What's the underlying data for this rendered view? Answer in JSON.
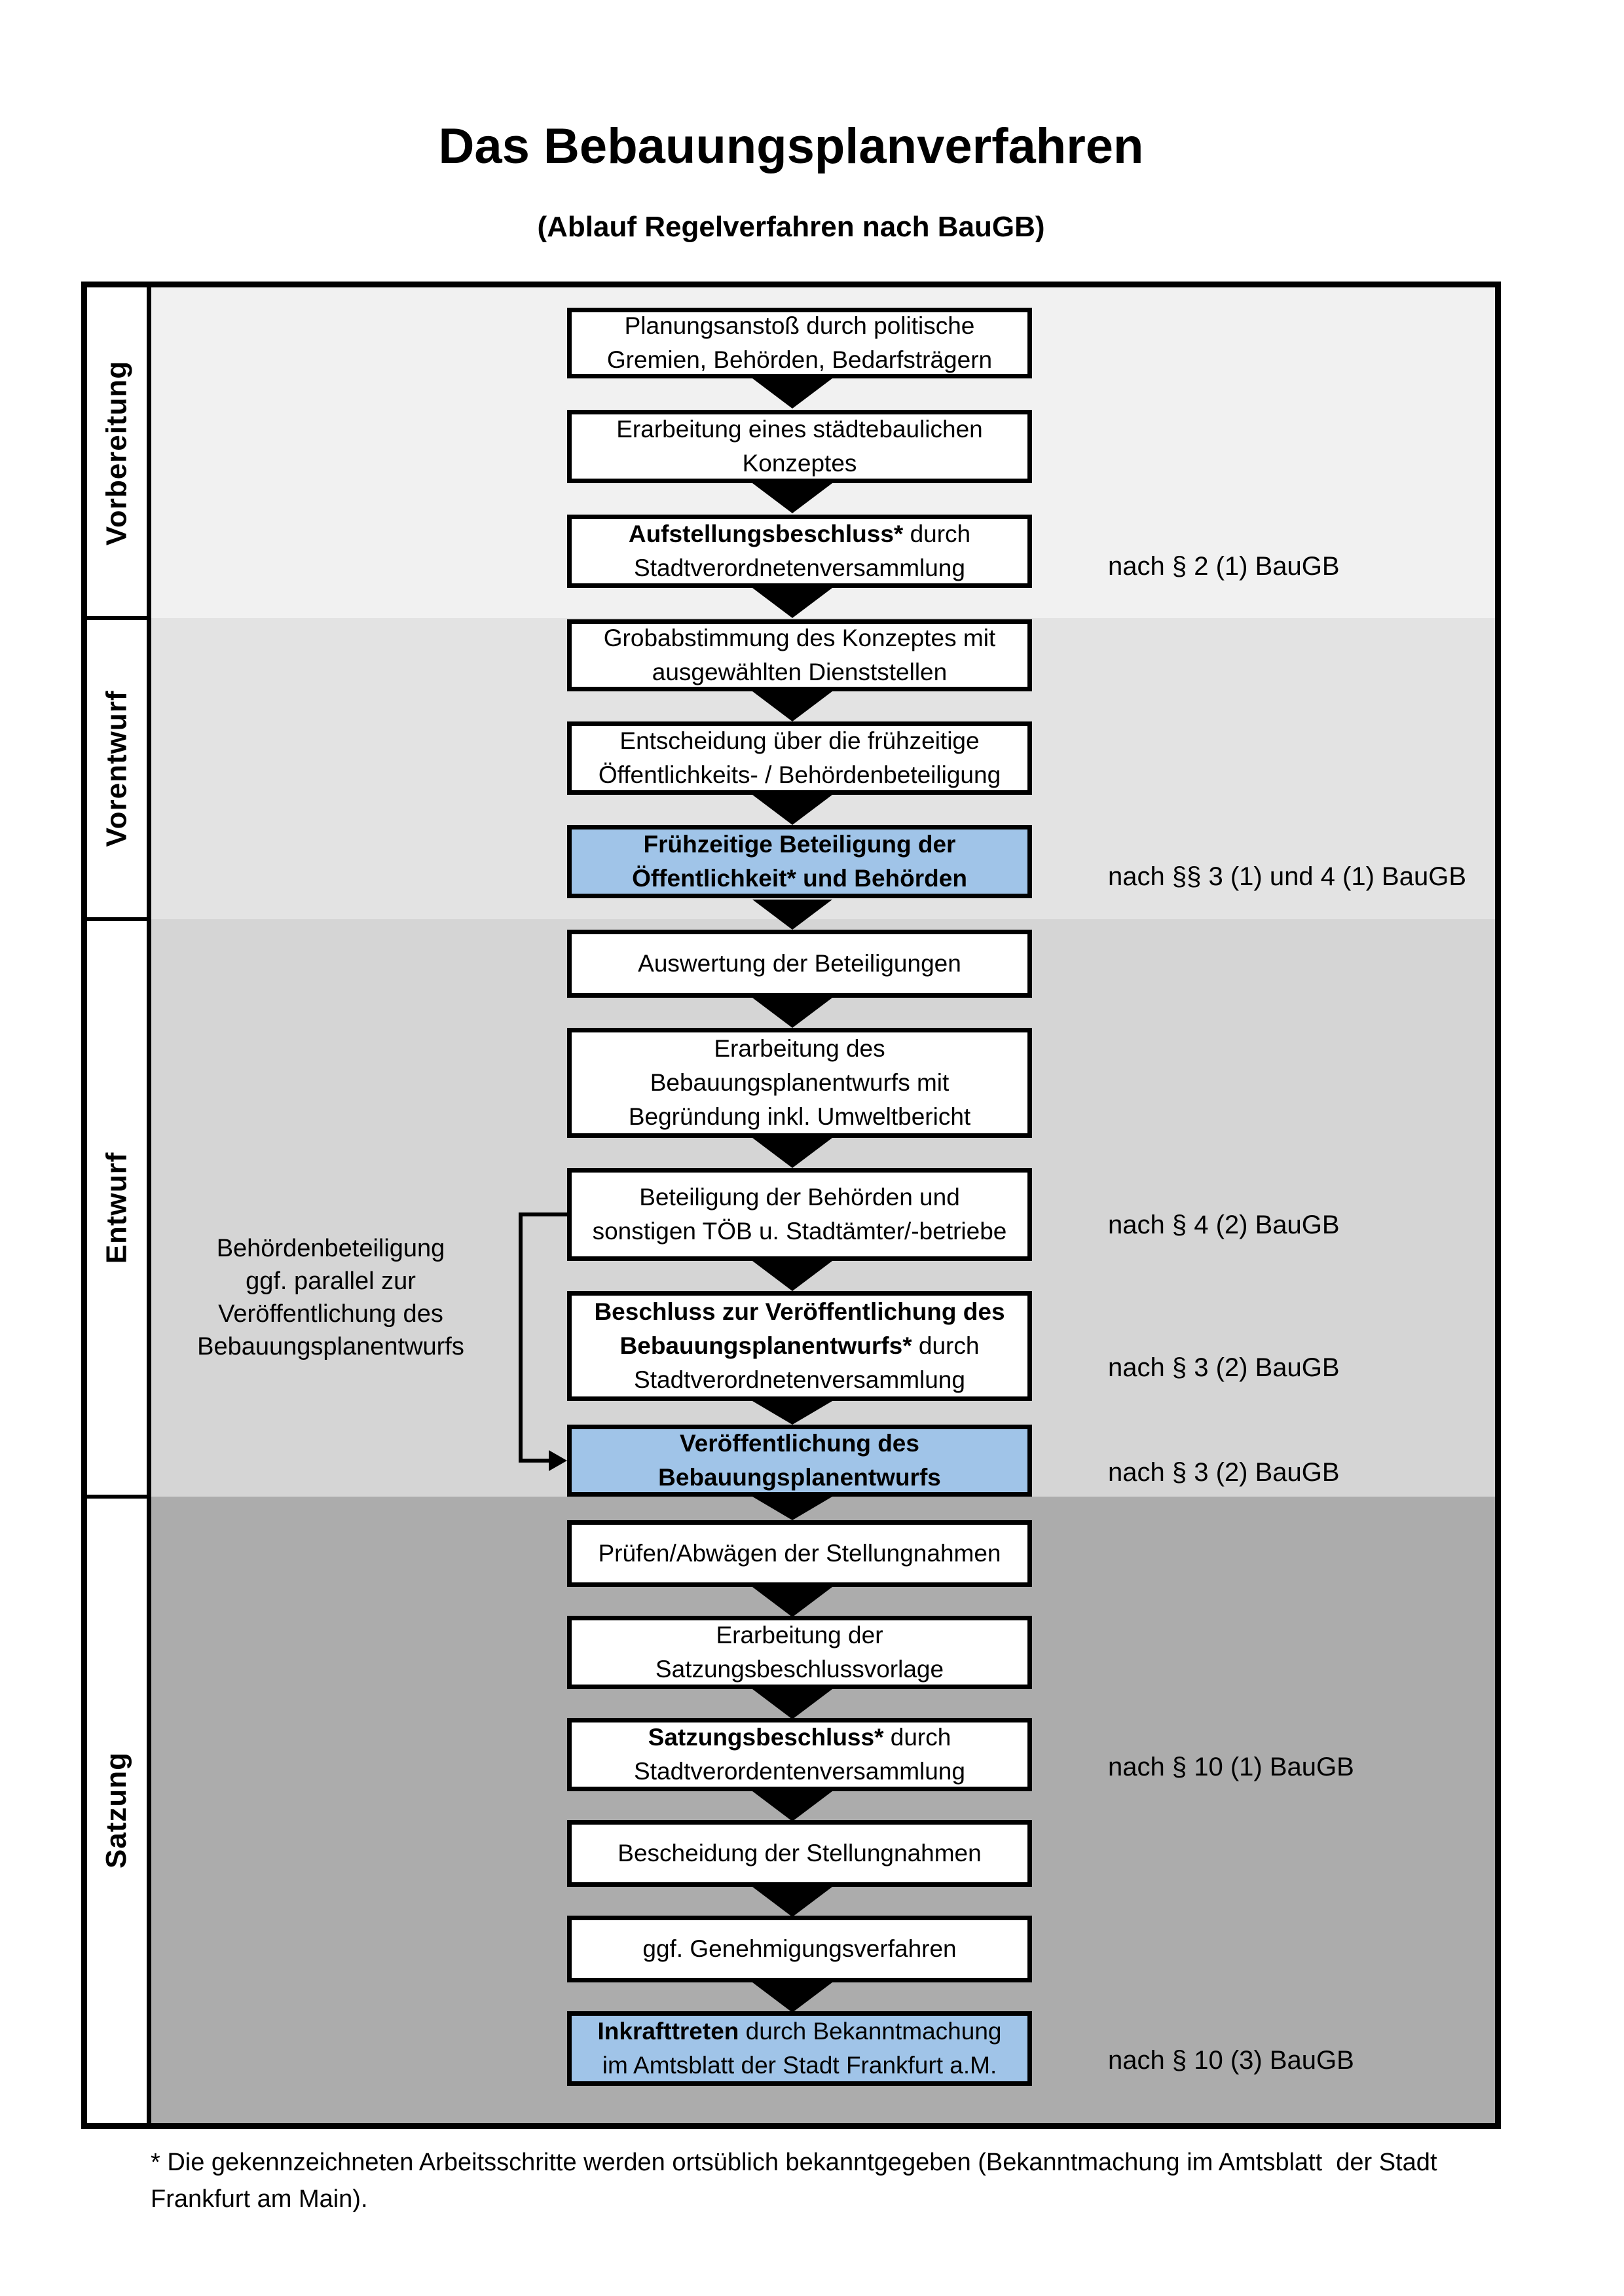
{
  "title": "Das Bebauungsplanverfahren",
  "subtitle": "(Ablauf Regelverfahren nach BauGB)",
  "phases": {
    "p1": "Vorbereitung",
    "p2": "Vorentwurf",
    "p3": "Entwurf",
    "p4": "Satzung"
  },
  "boxes": {
    "b1": {
      "l1": "Planungsanstoß durch politische",
      "l2": "Gremien, Behörden, Bedarfsträgern"
    },
    "b2": {
      "l1": "Erarbeitung eines städtebaulichen",
      "l2": "Konzeptes"
    },
    "b3": {
      "l1b": "Aufstellungsbeschluss*",
      "l1r": " durch",
      "l2": "Stadtverordnetenversammlung"
    },
    "b4": {
      "l1": "Grobabstimmung des Konzeptes mit",
      "l2": "ausgewählten Dienststellen"
    },
    "b5": {
      "l1": "Entscheidung über die frühzeitige",
      "l2": "Öffentlichkeits- / Behördenbeteiligung"
    },
    "b6": {
      "l1": "Frühzeitige Beteiligung der",
      "l2": "Öffentlichkeit* und Behörden"
    },
    "b7": {
      "l1": "Auswertung der Beteiligungen"
    },
    "b8": {
      "l1": "Erarbeitung des",
      "l2": "Bebauungsplanentwurfs mit",
      "l3": "Begründung inkl. Umweltbericht"
    },
    "b9": {
      "l1": "Beteiligung der Behörden und",
      "l2": "sonstigen TÖB u. Stadtämter/-betriebe"
    },
    "b10": {
      "l1": "Beschluss zur Veröffentlichung des",
      "l2b": "Bebauungsplanentwurfs*",
      "l2r": " durch",
      "l3": "Stadtverordnetenversammlung"
    },
    "b11": {
      "l1": "Veröffentlichung des",
      "l2": "Bebauungsplanentwurfs"
    },
    "b12": {
      "l1": "Prüfen/Abwägen der Stellungnahmen"
    },
    "b13": {
      "l1": "Erarbeitung der",
      "l2": "Satzungsbeschlussvorlage"
    },
    "b14": {
      "l1b": "Satzungsbeschluss*",
      "l1r": " durch",
      "l2": "Stadtverordentenversammlung"
    },
    "b15": {
      "l1": "Bescheidung der Stellungnahmen"
    },
    "b16": {
      "l1": "ggf. Genehmigungsverfahren"
    },
    "b17": {
      "l1b": "Inkrafttreten",
      "l1r": " durch Bekanntmachung",
      "l2": "im Amtsblatt der Stadt Frankfurt a.M."
    }
  },
  "annotations": {
    "a1": "nach § 2 (1) BauGB",
    "a2": "nach §§ 3 (1) und 4 (1) BauGB",
    "a3": "nach § 4 (2) BauGB",
    "a4": "nach § 3 (2) BauGB",
    "a5": "nach § 3 (2) BauGB",
    "a6": "nach § 10 (1) BauGB",
    "a7": "nach § 10 (3) BauGB"
  },
  "side_note": {
    "l1": "Behördenbeteiligung",
    "l2": "ggf. parallel zur",
    "l3": "Veröffentlichung des",
    "l4": "Bebauungsplanentwurfs"
  },
  "footnote": {
    "l1": "* Die gekennzeichneten Arbeitsschritte werden ortsüblich bekanntgegeben (Bekanntmachung im Amtsblatt  der Stadt",
    "l2": "Frankfurt am Main)."
  },
  "colors": {
    "highlight_blue": "#A0C4E8",
    "phase1_bg": "#F1F1F1",
    "phase2_bg": "#E3E3E3",
    "phase3_bg": "#D5D5D5",
    "phase4_bg": "#ACACAC"
  }
}
